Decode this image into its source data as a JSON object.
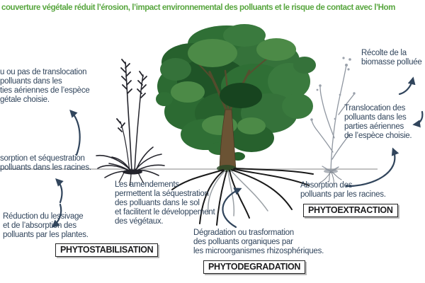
{
  "title": {
    "text": "couverture végétale réduit l’érosion, l’impact environnemental des polluants et le risque de contact avec l’Hom",
    "color": "#58a63f"
  },
  "annotations": {
    "top_left": {
      "lines": [
        "u ou pas de translocation",
        "polluants dans les",
        "ties aériennes de l’espèce",
        "gétale choisie."
      ]
    },
    "mid_left": {
      "lines": [
        "sorption et séquestration",
        "polluants dans les racines."
      ]
    },
    "bottom_left": {
      "lines": [
        "Réduction du lessivage",
        "et de l’absorption des",
        "polluants par les plantes."
      ]
    },
    "amendments": {
      "lines": [
        "Les amendements",
        "permettent la séquestration",
        "des polluants dans le sol",
        "et facilitent le développement",
        "des végétaux."
      ]
    },
    "degradation": {
      "lines": [
        "Dégradation ou trasformation",
        "des polluants organiques par",
        "les microorganismes rhizosphériques."
      ]
    },
    "harvest": {
      "lines": [
        "Récolte de la",
        "biomasse polluée"
      ]
    },
    "translocation": {
      "lines": [
        "Translocation des",
        "polluants dans les",
        "parties aériennes",
        "de l’espèce choisie."
      ]
    },
    "absorption_right": {
      "lines": [
        "Absorption des",
        "polluants par les racines."
      ]
    }
  },
  "labels": {
    "phytostabilisation": "PHYTOSTABILISATION",
    "phytodegradation": "PHYTODEGRADATION",
    "phytoextraction": "PHYTOEXTRACTION"
  },
  "colors": {
    "title_green": "#58a63f",
    "body_text": "#31455c",
    "arrow": "#31455c",
    "box_border": "#242424",
    "box_text": "#1c1c1e",
    "ground_line": "#adadad",
    "foliage_dark": "#1f5427",
    "foliage_mid": "#2f6f35",
    "foliage_light": "#4c8a47",
    "trunk_brown": "#6b5334",
    "roots_black": "#191919",
    "dead_plant": "#24242c",
    "sparse_plant": "#8f96a0"
  }
}
